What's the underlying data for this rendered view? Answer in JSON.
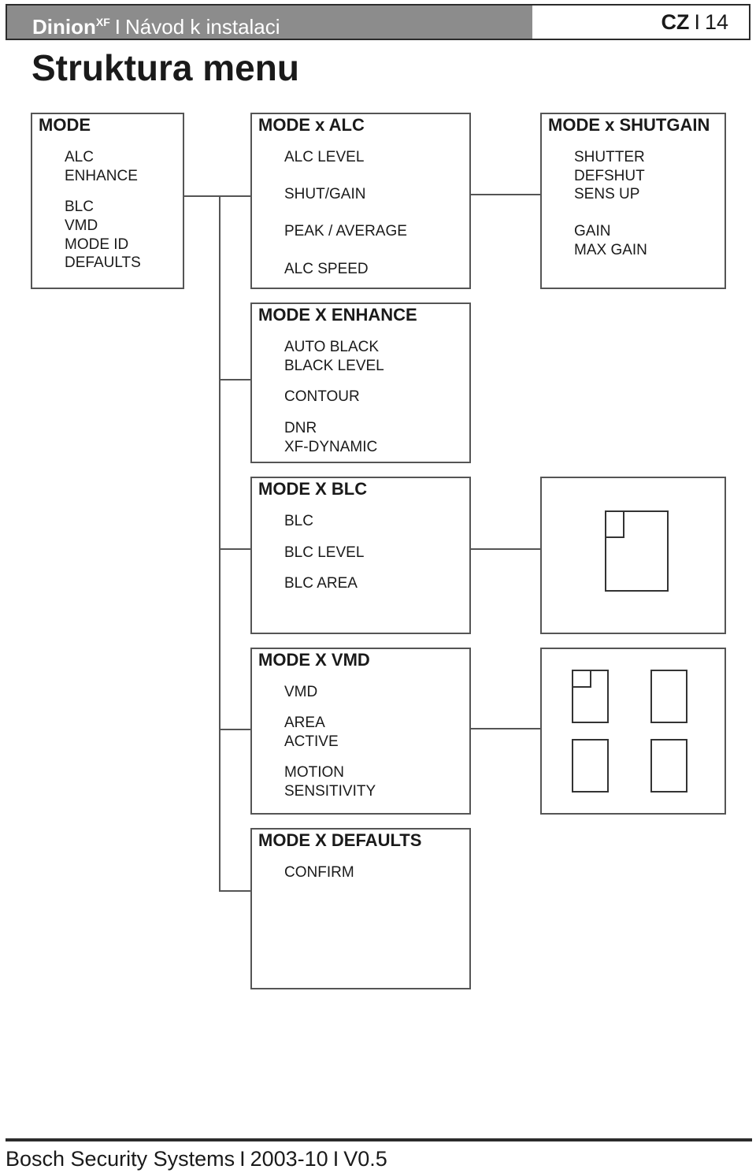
{
  "header": {
    "product": "Dinion",
    "product_superscript": "XF",
    "manual": "Návod k instalaci",
    "lang": "CZ",
    "page_number": "14",
    "separator": "I"
  },
  "page_title": "Struktura menu",
  "boxes": {
    "mode": {
      "title": "MODE",
      "items": [
        "ALC",
        "ENHANCE",
        "BLC",
        "VMD",
        "MODE ID",
        "DEFAULTS"
      ]
    },
    "alc": {
      "title": "MODE  x ALC",
      "items": [
        "ALC LEVEL",
        "SHUT/GAIN",
        "PEAK / AVERAGE",
        "ALC SPEED"
      ]
    },
    "shutgain": {
      "title": "MODE x SHUTGAIN",
      "items": [
        "SHUTTER",
        "DEFSHUT",
        "SENS UP",
        "GAIN",
        "MAX GAIN"
      ]
    },
    "enhance": {
      "title": "MODE  X ENHANCE",
      "items": [
        "AUTO BLACK",
        "BLACK LEVEL",
        "CONTOUR",
        "DNR",
        "XF-DYNAMIC"
      ]
    },
    "blc": {
      "title": "MODE  X BLC",
      "items": [
        "BLC",
        "BLC LEVEL",
        "BLC AREA"
      ]
    },
    "vmd": {
      "title": "MODE  X VMD",
      "items": [
        "VMD",
        "AREA",
        "ACTIVE",
        "MOTION",
        "SENSITIVITY"
      ]
    },
    "defaults": {
      "title": "MODE  X DEFAULTS",
      "items": [
        "CONFIRM"
      ]
    }
  },
  "footer": {
    "company": "Bosch Security Systems",
    "date": "2003-10",
    "version": "V0.5",
    "separator": "I"
  },
  "colors": {
    "header_bar": "#8c8c8c",
    "border": "#555555",
    "text": "#1a1a1a"
  }
}
